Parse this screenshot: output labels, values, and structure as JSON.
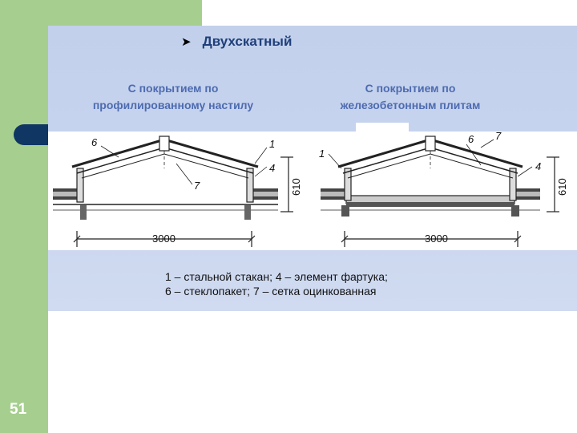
{
  "slide": {
    "page_number": "51",
    "heading": "Двухскатный",
    "bullet_icon": "arrow-bullet-icon"
  },
  "columns": {
    "left": {
      "title_line1": "С покрытием по",
      "title_line2": "профилированному настилу",
      "span_label": "3000",
      "height_label": "610",
      "callouts": [
        "6",
        "1",
        "4",
        "7"
      ]
    },
    "right": {
      "title_line1": "С покрытием по",
      "title_line2": "железобетонным плитам",
      "span_label": "3000",
      "height_label": "610",
      "callouts": [
        "6",
        "7",
        "1",
        "4"
      ]
    }
  },
  "legend": {
    "line1": "1 – стальной стакан; 4 – элемент фартука;",
    "line2": "6 – стеклопакет; 7 – сетка оцинкованная"
  },
  "colors": {
    "sidebar_green": "#a6cf8f",
    "tab_navy": "#103763",
    "panel_blue": "#c6d3ee",
    "title_blue": "#4d6bb0"
  }
}
